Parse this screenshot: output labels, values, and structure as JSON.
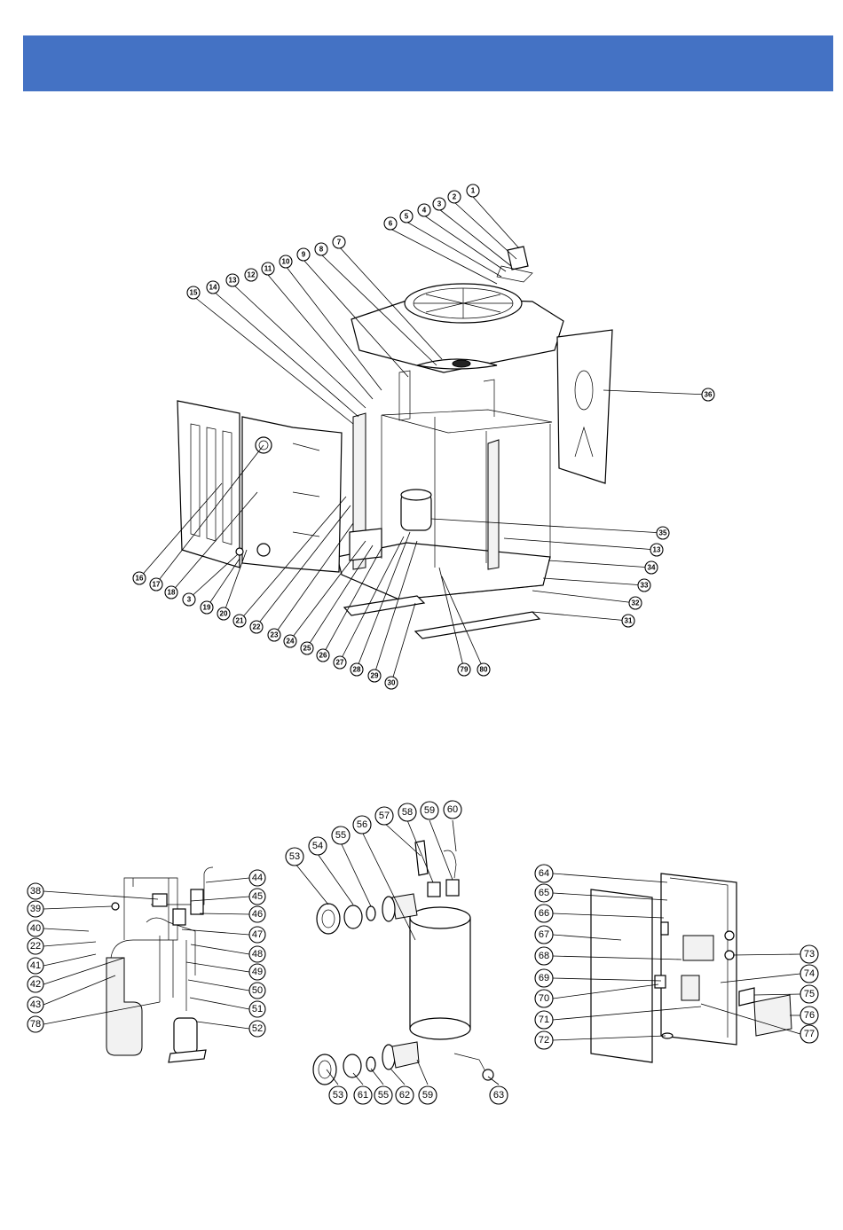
{
  "colors": {
    "header": "#4472c4",
    "ink": "#000000"
  },
  "main_callouts": [
    "1",
    "2",
    "3",
    "4",
    "5",
    "6",
    "7",
    "8",
    "9",
    "10",
    "11",
    "12",
    "13",
    "14",
    "15",
    "16",
    "17",
    "18",
    "3",
    "19",
    "20",
    "21",
    "22",
    "23",
    "24",
    "25",
    "26",
    "27",
    "28",
    "29",
    "30",
    "79",
    "80",
    "31",
    "32",
    "33",
    "34",
    "13",
    "35",
    "36"
  ],
  "piping_callouts": [
    "38",
    "39",
    "40",
    "22",
    "41",
    "42",
    "43",
    "78",
    "44",
    "45",
    "46",
    "47",
    "48",
    "49",
    "50",
    "51",
    "52"
  ],
  "exchanger_callouts": [
    "53",
    "54",
    "55",
    "56",
    "57",
    "58",
    "59",
    "60",
    "53",
    "61",
    "55",
    "62",
    "59",
    "63"
  ],
  "control_callouts": [
    "64",
    "65",
    "66",
    "67",
    "68",
    "69",
    "70",
    "71",
    "72",
    "73",
    "74",
    "75",
    "76",
    "77"
  ]
}
